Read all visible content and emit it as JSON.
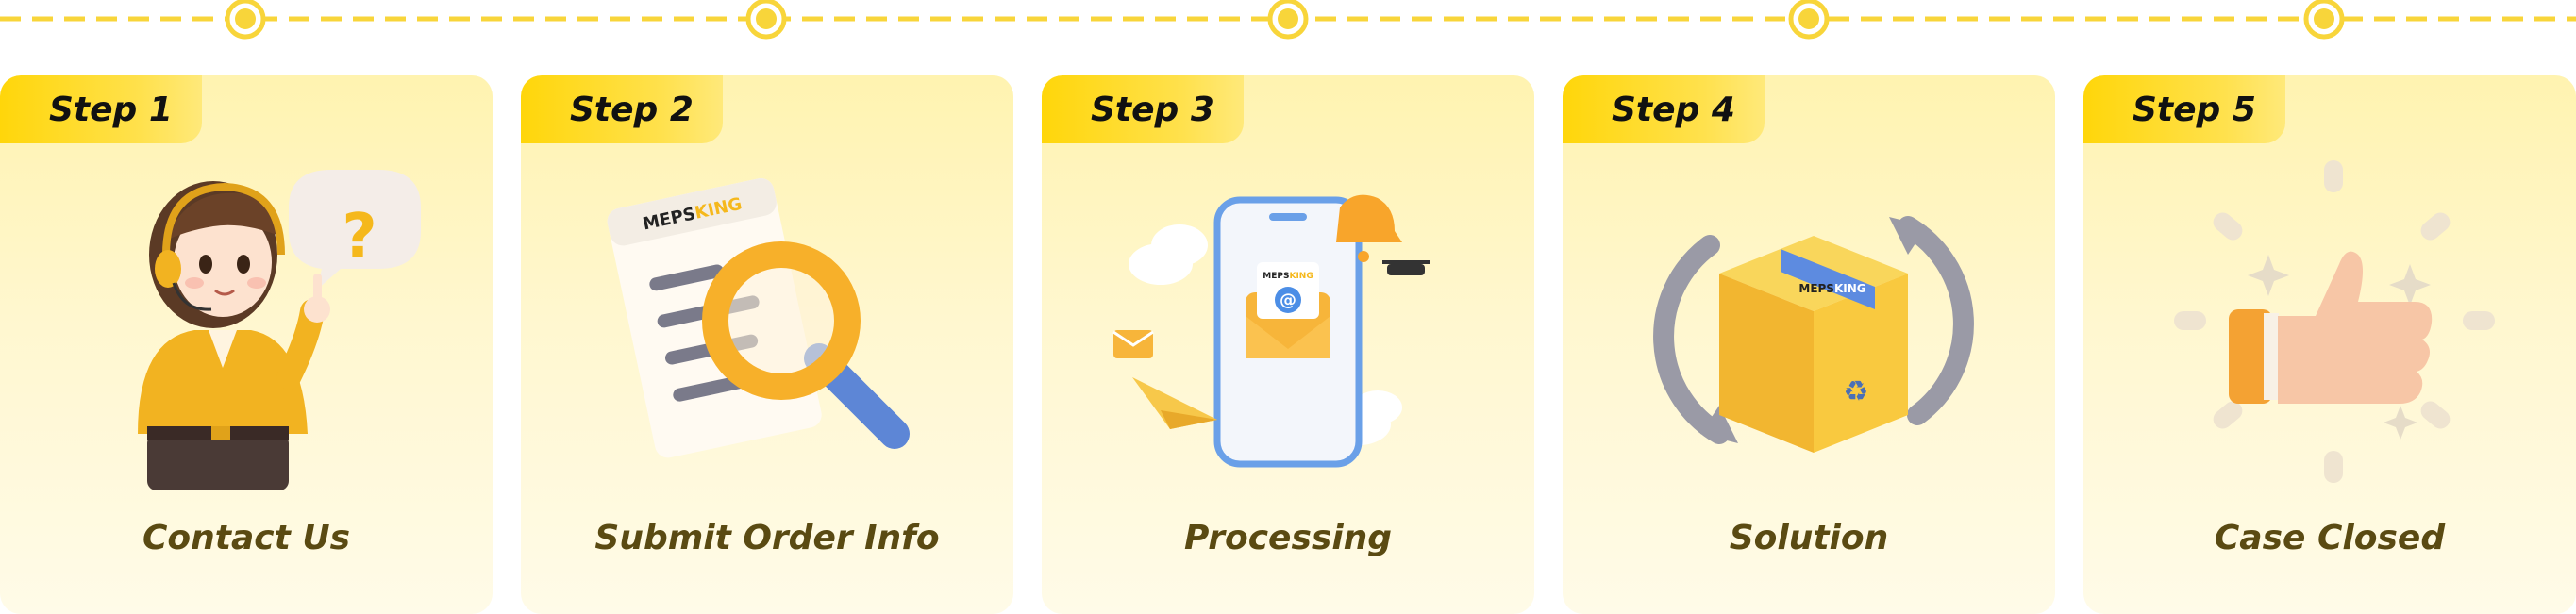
{
  "steps": [
    {
      "step_label": "Step 1",
      "title": "Contact Us",
      "icon": "support-agent-icon"
    },
    {
      "step_label": "Step 2",
      "title": "Submit Order Info",
      "icon": "document-search-icon",
      "brand": "MEPSKING"
    },
    {
      "step_label": "Step 3",
      "title": "Processing",
      "icon": "phone-mail-icon",
      "brand": "MEPSKING"
    },
    {
      "step_label": "Step 4",
      "title": "Solution",
      "icon": "package-exchange-icon",
      "brand": "MEPSKING"
    },
    {
      "step_label": "Step 5",
      "title": "Case Closed",
      "icon": "thumbs-up-icon"
    }
  ],
  "colors": {
    "accent": "#ffd60a",
    "title_text": "#5a4a12",
    "timeline": "#f8d53a",
    "card_bg": "#fff5c0"
  }
}
